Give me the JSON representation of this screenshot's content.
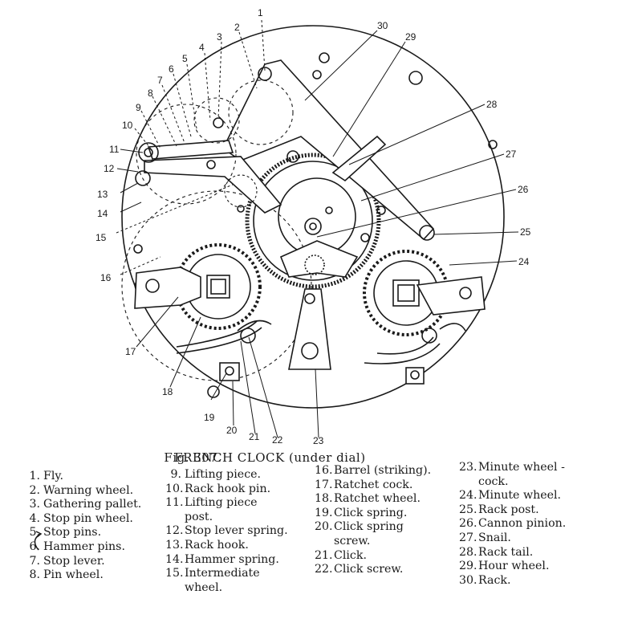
{
  "caption": {
    "fig": "Fig. 307.",
    "title": "FRENCH CLOCK (under dial)"
  },
  "callouts": [
    "1",
    "2",
    "3",
    "4",
    "5",
    "6",
    "7",
    "8",
    "9",
    "10",
    "11",
    "12",
    "13",
    "14",
    "15",
    "16",
    "17",
    "18",
    "19",
    "20",
    "21",
    "22",
    "23",
    "24",
    "25",
    "26",
    "27",
    "28",
    "29",
    "30"
  ],
  "legend": {
    "col1": [
      {
        "n": "1.",
        "t": "Fly."
      },
      {
        "n": "2.",
        "t": "Warning wheel."
      },
      {
        "n": "3.",
        "t": "Gathering pallet."
      },
      {
        "n": "4.",
        "t": "Stop pin wheel."
      },
      {
        "n": "5.",
        "t": "Stop pins."
      },
      {
        "n": "6.",
        "t": "Hammer pins."
      },
      {
        "n": "7.",
        "t": "Stop lever."
      },
      {
        "n": "8.",
        "t": "Pin wheel."
      }
    ],
    "col2": [
      {
        "n": "9.",
        "t": "Lifting piece."
      },
      {
        "n": "10.",
        "t": "Rack hook pin."
      },
      {
        "n": "11.",
        "t": "Lifting piece",
        "c": "post."
      },
      {
        "n": "12.",
        "t": "Stop lever spring."
      },
      {
        "n": "13.",
        "t": "Rack hook."
      },
      {
        "n": "14.",
        "t": "Hammer spring."
      },
      {
        "n": "15.",
        "t": "Intermediate",
        "c": "wheel."
      }
    ],
    "col3": [
      {
        "n": "16.",
        "t": "Barrel (striking)."
      },
      {
        "n": "17.",
        "t": "Ratchet cock."
      },
      {
        "n": "18.",
        "t": "Ratchet wheel."
      },
      {
        "n": "19.",
        "t": "Click spring."
      },
      {
        "n": "20.",
        "t": "Click spring",
        "c": "screw."
      },
      {
        "n": "21.",
        "t": "Click."
      },
      {
        "n": "22.",
        "t": "Click screw."
      }
    ],
    "col4": [
      {
        "n": "23.",
        "t": "Minute wheel -",
        "c": "cock."
      },
      {
        "n": "24.",
        "t": "Minute wheel."
      },
      {
        "n": "25.",
        "t": "Rack post."
      },
      {
        "n": "26.",
        "t": "Cannon pinion."
      },
      {
        "n": "27.",
        "t": "Snail."
      },
      {
        "n": "28.",
        "t": "Rack tail."
      },
      {
        "n": "29.",
        "t": "Hour wheel."
      },
      {
        "n": "30.",
        "t": "Rack."
      }
    ]
  }
}
